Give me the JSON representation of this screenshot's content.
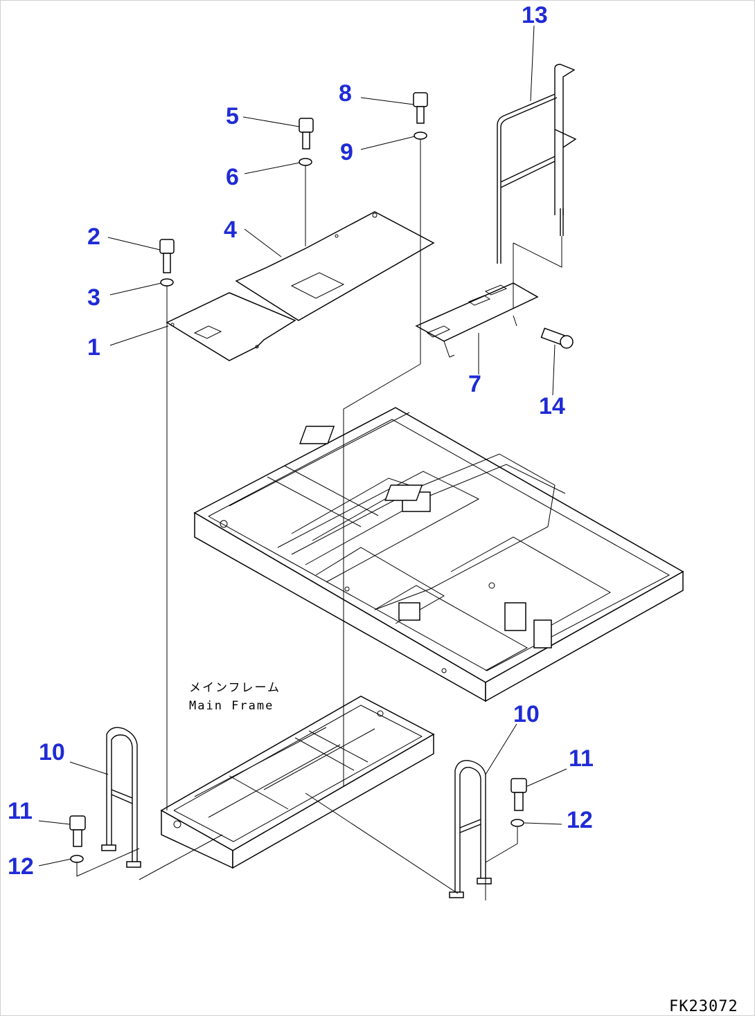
{
  "callouts": [
    {
      "id": "callout-1",
      "label": "1"
    },
    {
      "id": "callout-2",
      "label": "2"
    },
    {
      "id": "callout-3",
      "label": "3"
    },
    {
      "id": "callout-4",
      "label": "4"
    },
    {
      "id": "callout-5",
      "label": "5"
    },
    {
      "id": "callout-6",
      "label": "6"
    },
    {
      "id": "callout-7",
      "label": "7"
    },
    {
      "id": "callout-8",
      "label": "8"
    },
    {
      "id": "callout-9",
      "label": "9"
    },
    {
      "id": "callout-10-left",
      "label": "10"
    },
    {
      "id": "callout-10-right",
      "label": "10"
    },
    {
      "id": "callout-11-left",
      "label": "11"
    },
    {
      "id": "callout-11-right",
      "label": "11"
    },
    {
      "id": "callout-12-left",
      "label": "12"
    },
    {
      "id": "callout-12-right",
      "label": "12"
    },
    {
      "id": "callout-13",
      "label": "13"
    },
    {
      "id": "callout-14",
      "label": "14"
    }
  ],
  "captions": {
    "main_frame_jp": "メインフレーム",
    "main_frame_en": "Main Frame"
  },
  "drawing_code": "FK23072",
  "colors": {
    "callout": "#1f2bd6",
    "linework": "#000000",
    "background": "#ffffff"
  }
}
